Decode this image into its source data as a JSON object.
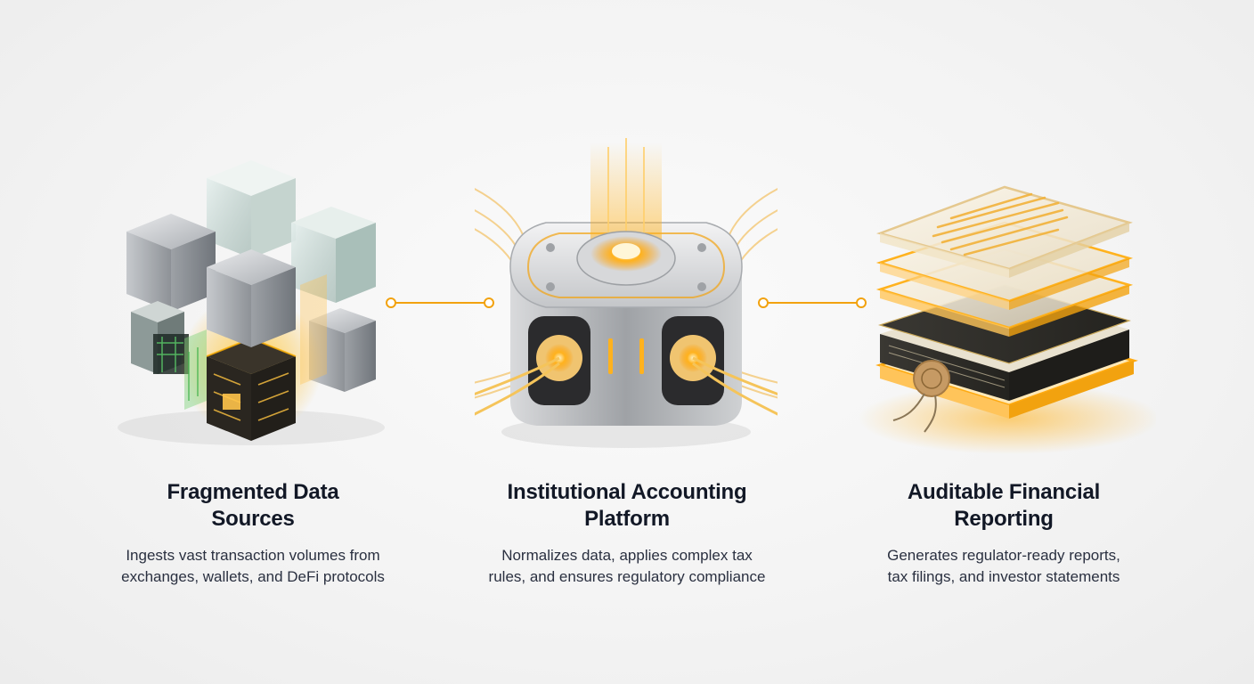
{
  "colors": {
    "accent": "#f2a20f",
    "glow": "#ffc23a",
    "title": "#121826",
    "body": "#2a3040",
    "steel": "#b9bcc0"
  },
  "steps": [
    {
      "icon": "fragmented-cubes-icon",
      "title_lines": [
        "Fragmented Data",
        "Sources"
      ],
      "desc_lines": [
        "Ingests vast transaction volumes from",
        "exchanges, wallets, and DeFi protocols"
      ]
    },
    {
      "icon": "accounting-engine-icon",
      "title_lines": [
        "Institutional Accounting",
        "Platform"
      ],
      "desc_lines": [
        "Normalizes data, applies complex tax",
        "rules, and ensures regulatory compliance"
      ]
    },
    {
      "icon": "report-stack-icon",
      "title_lines": [
        "Auditable Financial",
        "Reporting"
      ],
      "desc_lines": [
        "Generates regulator-ready reports,",
        "tax filings, and investor statements"
      ]
    }
  ]
}
